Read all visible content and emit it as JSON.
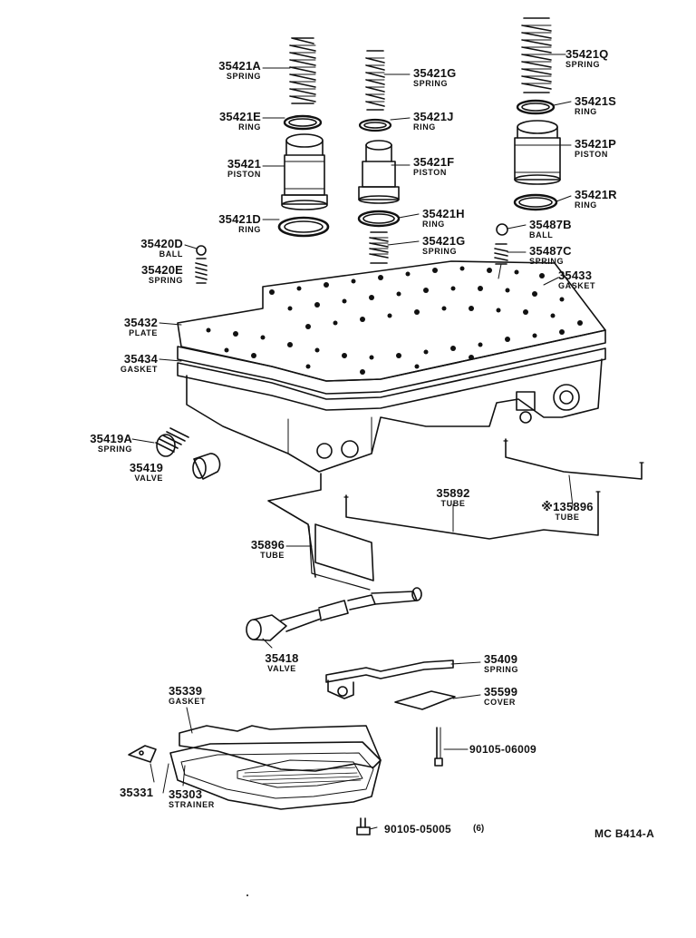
{
  "parts": {
    "p35421A": {
      "num": "35421A",
      "name": "SPRING"
    },
    "p35421G_top": {
      "num": "35421G",
      "name": "SPRING"
    },
    "p35421Q": {
      "num": "35421Q",
      "name": "SPRING"
    },
    "p35421E": {
      "num": "35421E",
      "name": "RING"
    },
    "p35421J": {
      "num": "35421J",
      "name": "RING"
    },
    "p35421S": {
      "num": "35421S",
      "name": "RING"
    },
    "p35421": {
      "num": "35421",
      "name": "PISTON"
    },
    "p35421F": {
      "num": "35421F",
      "name": "PISTON"
    },
    "p35421P": {
      "num": "35421P",
      "name": "PISTON"
    },
    "p35421R": {
      "num": "35421R",
      "name": "RING"
    },
    "p35421D": {
      "num": "35421D",
      "name": "RING"
    },
    "p35421H": {
      "num": "35421H",
      "name": "RING"
    },
    "p35487B": {
      "num": "35487B",
      "name": "BALL"
    },
    "p35420D": {
      "num": "35420D",
      "name": "BALL"
    },
    "p35421G_low": {
      "num": "35421G",
      "name": "SPRING"
    },
    "p35487C": {
      "num": "35487C",
      "name": "SPRING"
    },
    "p35420E": {
      "num": "35420E",
      "name": "SPRING"
    },
    "p35433": {
      "num": "35433",
      "name": "GASKET"
    },
    "p35432": {
      "num": "35432",
      "name": "PLATE"
    },
    "p35434": {
      "num": "35434",
      "name": "GASKET"
    },
    "p35419A": {
      "num": "35419A",
      "name": "SPRING"
    },
    "p35419": {
      "num": "35419",
      "name": "VALVE"
    },
    "p35892": {
      "num": "35892",
      "name": "TUBE"
    },
    "p35896_r": {
      "num": "※135896",
      "name": "TUBE"
    },
    "p35896_l": {
      "num": "35896",
      "name": "TUBE"
    },
    "p35418": {
      "num": "35418",
      "name": "VALVE"
    },
    "p35409": {
      "num": "35409",
      "name": "SPRING"
    },
    "p35599": {
      "num": "35599",
      "name": "COVER"
    },
    "p35339": {
      "num": "35339",
      "name": "GASKET"
    },
    "p35331": {
      "num": "35331"
    },
    "p35303": {
      "num": "35303",
      "name": "STRAINER"
    }
  },
  "bolts": {
    "b1": {
      "code": "90105-06009"
    },
    "b2": {
      "code": "90105-05005",
      "qty": "(6)"
    }
  },
  "footer": {
    "code": "MC B414-A"
  }
}
